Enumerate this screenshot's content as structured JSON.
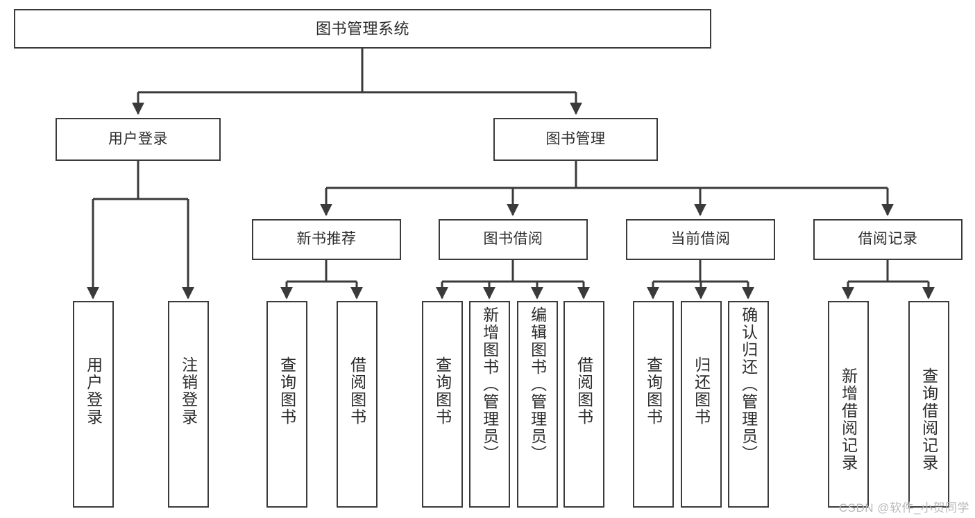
{
  "diagram": {
    "title": "图书管理系统",
    "type": "tree",
    "watermark": "CSDN @软件_小贺同学",
    "nodes": {
      "root": {
        "label": "图书管理系统"
      },
      "level2": [
        {
          "label": "用户登录"
        },
        {
          "label": "图书管理"
        }
      ],
      "level3": [
        {
          "label": "新书推荐"
        },
        {
          "label": "图书借阅"
        },
        {
          "label": "当前借阅"
        },
        {
          "label": "借阅记录"
        }
      ],
      "leaves": {
        "user_login": [
          {
            "label": "用户登录"
          },
          {
            "label": "注销登录"
          }
        ],
        "new_book": [
          {
            "label": "查询图书"
          },
          {
            "label": "借阅图书"
          }
        ],
        "borrow_book": [
          {
            "label": "查询图书"
          },
          {
            "label": "新增图书（管理员）"
          },
          {
            "label": "编辑图书（管理员）"
          },
          {
            "label": "借阅图书"
          }
        ],
        "current_borrow": [
          {
            "label": "查询图书"
          },
          {
            "label": "归还图书"
          },
          {
            "label": "确认归还（管理员）"
          }
        ],
        "borrow_record": [
          {
            "label": "新增借阅记录"
          },
          {
            "label": "查询借阅记录"
          }
        ]
      }
    },
    "colors": {
      "stroke": "#3a3a3a",
      "text": "#2b2b2b",
      "background": "#ffffff",
      "watermark": "#b9b9b9"
    }
  }
}
